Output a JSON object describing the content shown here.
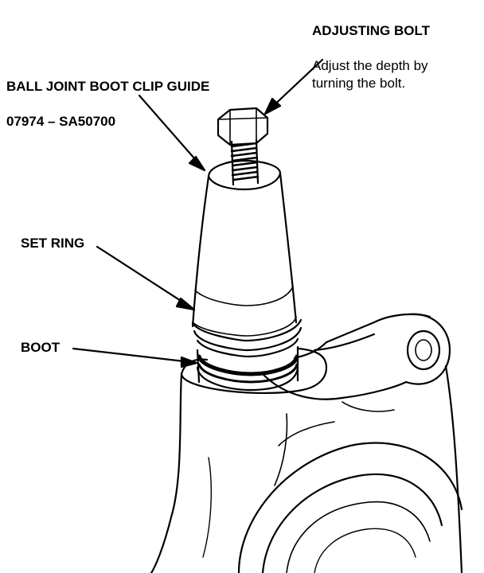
{
  "labels": {
    "adjusting_bolt": {
      "title": "ADJUSTING BOLT",
      "note": "Adjust the depth by\nturning the bolt."
    },
    "clip_guide": {
      "title": "BALL JOINT BOOT CLIP GUIDE",
      "part_number": "07974 – SA50700"
    },
    "set_ring": "SET RING",
    "boot": "BOOT"
  },
  "colors": {
    "ink": "#000000",
    "paper": "#ffffff"
  }
}
